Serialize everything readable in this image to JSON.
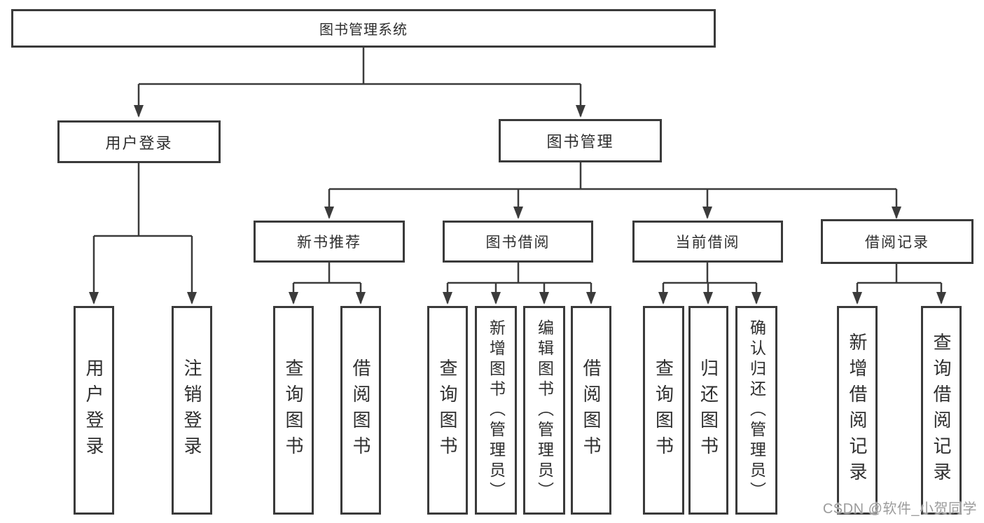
{
  "diagram_title": "图书管理系统",
  "tree": {
    "root": {
      "label": "图书管理系统"
    },
    "branches": [
      {
        "label": "用户登录"
      },
      {
        "label": "图书管理"
      }
    ],
    "modules": [
      {
        "label": "新书推荐"
      },
      {
        "label": "图书借阅"
      },
      {
        "label": "当前借阅"
      },
      {
        "label": "借阅记录"
      }
    ],
    "leaves": [
      {
        "label": "用户登录",
        "parent": "用户登录"
      },
      {
        "label": "注销登录",
        "parent": "用户登录"
      },
      {
        "label": "查询图书",
        "parent": "新书推荐"
      },
      {
        "label": "借阅图书",
        "parent": "新书推荐"
      },
      {
        "label": "查询图书",
        "parent": "图书借阅"
      },
      {
        "label": "新增图书（管理员）",
        "parent": "图书借阅"
      },
      {
        "label": "编辑图书（管理员）",
        "parent": "图书借阅"
      },
      {
        "label": "借阅图书",
        "parent": "图书借阅"
      },
      {
        "label": "查询图书",
        "parent": "当前借阅"
      },
      {
        "label": "归还图书",
        "parent": "当前借阅"
      },
      {
        "label": "确认归还（管理员）",
        "parent": "当前借阅"
      },
      {
        "label": "新增借阅记录",
        "parent": "借阅记录"
      },
      {
        "label": "查询借阅记录",
        "parent": "借阅记录"
      }
    ]
  },
  "watermark": {
    "text": "CSDN @软件_小贺同学"
  },
  "colors": {
    "line": "#3b3b3b",
    "box_border": "#3a3a3a",
    "text": "#2e2e2e",
    "watermark": "#9c9c9c",
    "background": "#ffffff"
  }
}
